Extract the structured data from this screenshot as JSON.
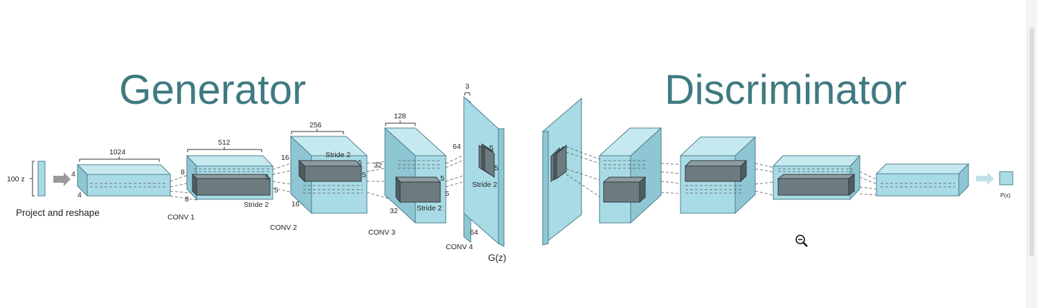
{
  "titles": {
    "generator": "Generator",
    "discriminator": "Discriminator"
  },
  "input": {
    "label": "100 z",
    "caption": "Project and reshape"
  },
  "project": {
    "width": "1024",
    "height": "4",
    "depth": "4"
  },
  "conv1": {
    "name": "CONV 1",
    "width": "512",
    "height": "8",
    "depth": "8",
    "kernel": "5",
    "stride": "Stride 2"
  },
  "conv2": {
    "name": "CONV 2",
    "width": "256",
    "height": "16",
    "depth": "16",
    "kernel": "5",
    "stride": "Stride 2"
  },
  "conv3": {
    "name": "CONV 3",
    "width": "128",
    "height": "32",
    "depth": "32",
    "kernel": "5",
    "stride": "Stride 2"
  },
  "conv4": {
    "name": "CONV 4",
    "width": "3",
    "height": "64",
    "depth": "64",
    "kernel": "5",
    "stride": "Stride 2"
  },
  "output": {
    "label": "G(z)",
    "prob": "P(x)"
  },
  "icons": {
    "cursor": "magnifier-zoom-out-icon"
  },
  "colors": {
    "title": "#3f7a80",
    "block": "#a9dbe6",
    "kernel": "#6c7b80"
  }
}
